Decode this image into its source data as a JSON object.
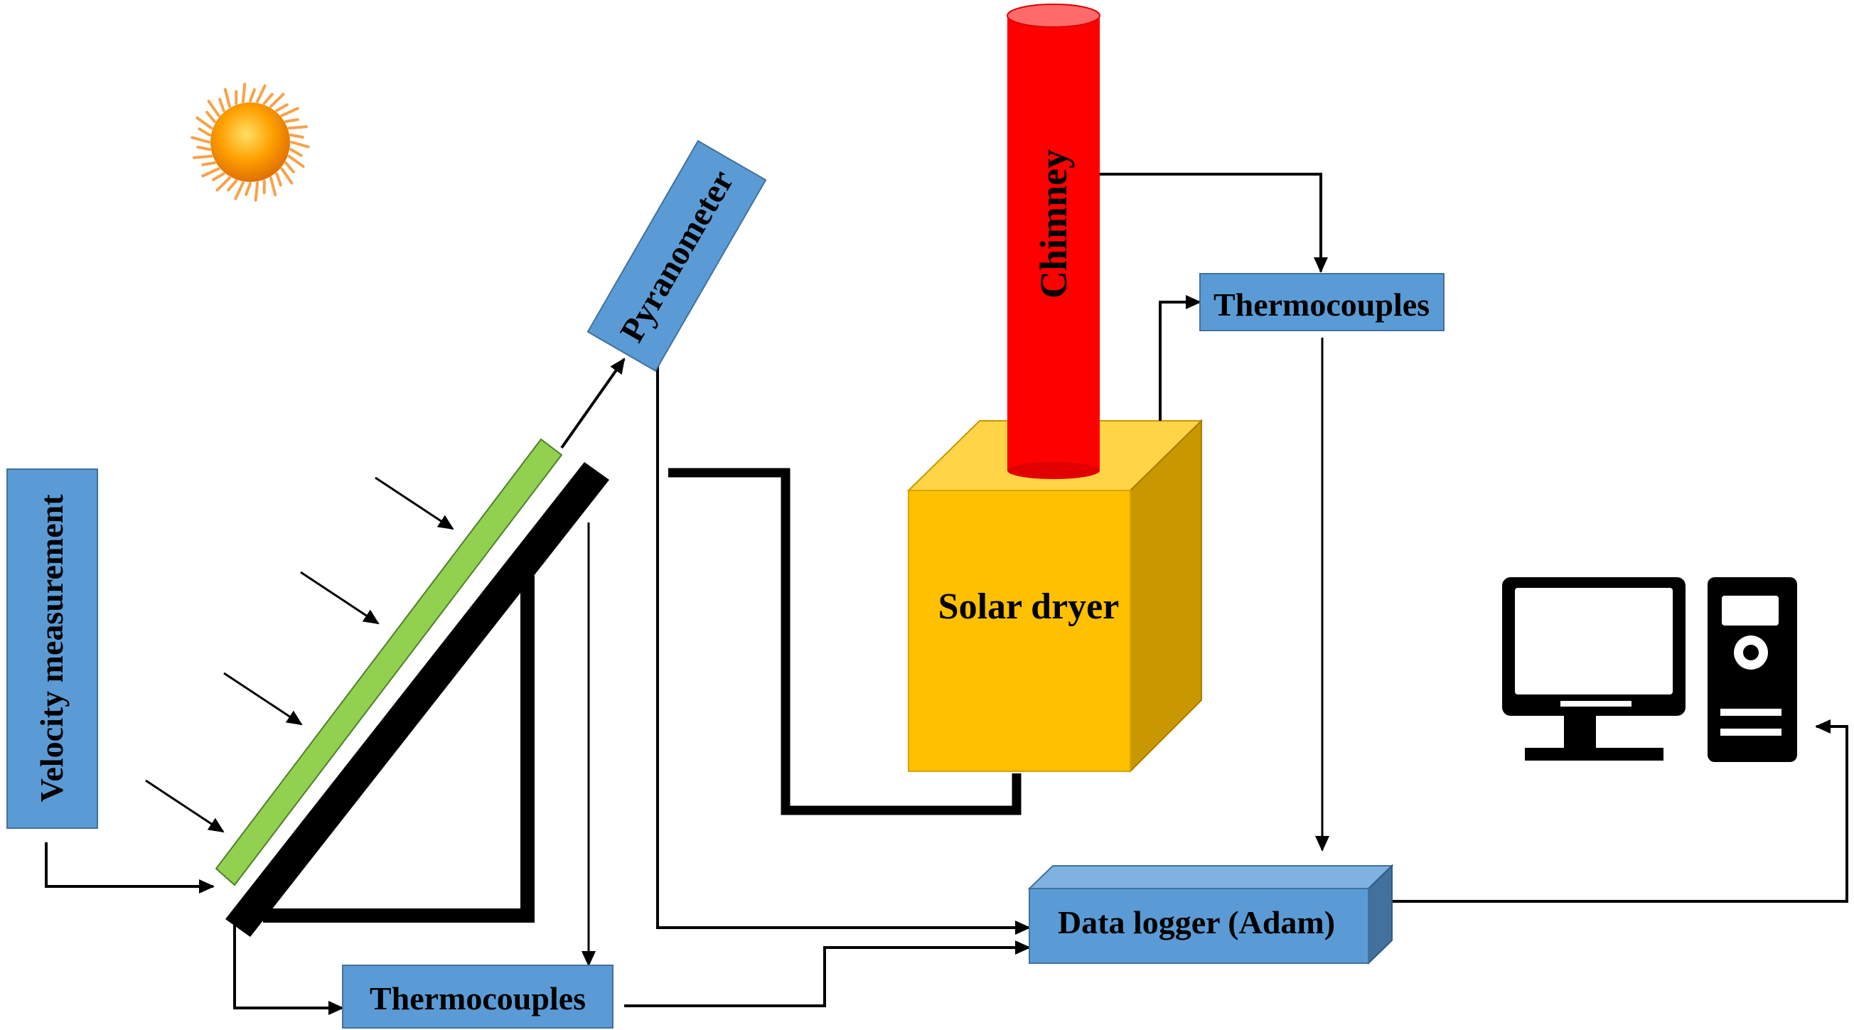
{
  "labels": {
    "velocity": "Velocity measurement",
    "pyranometer": "Pyranometer",
    "chimney": "Chimney",
    "thermocouples_top": "Thermocouples",
    "thermocouples_bottom": "Thermocouples",
    "solar_dryer": "Solar dryer",
    "data_logger": "Data logger (Adam)"
  },
  "icons": {
    "sun": "sun-icon",
    "computer": "computer-icon"
  },
  "colors": {
    "sensor_box": "#5b9bd5",
    "sensor_box_dark": "#41719c",
    "chimney": "#ff0000",
    "chimney_top": "#ff6b6b",
    "dryer_front": "#ffc000",
    "dryer_top": "#ffd447",
    "dryer_side": "#c99700",
    "collector_glass": "#92d050",
    "absorber": "#000000",
    "sun_core": "#ffa000",
    "line": "#000000"
  }
}
